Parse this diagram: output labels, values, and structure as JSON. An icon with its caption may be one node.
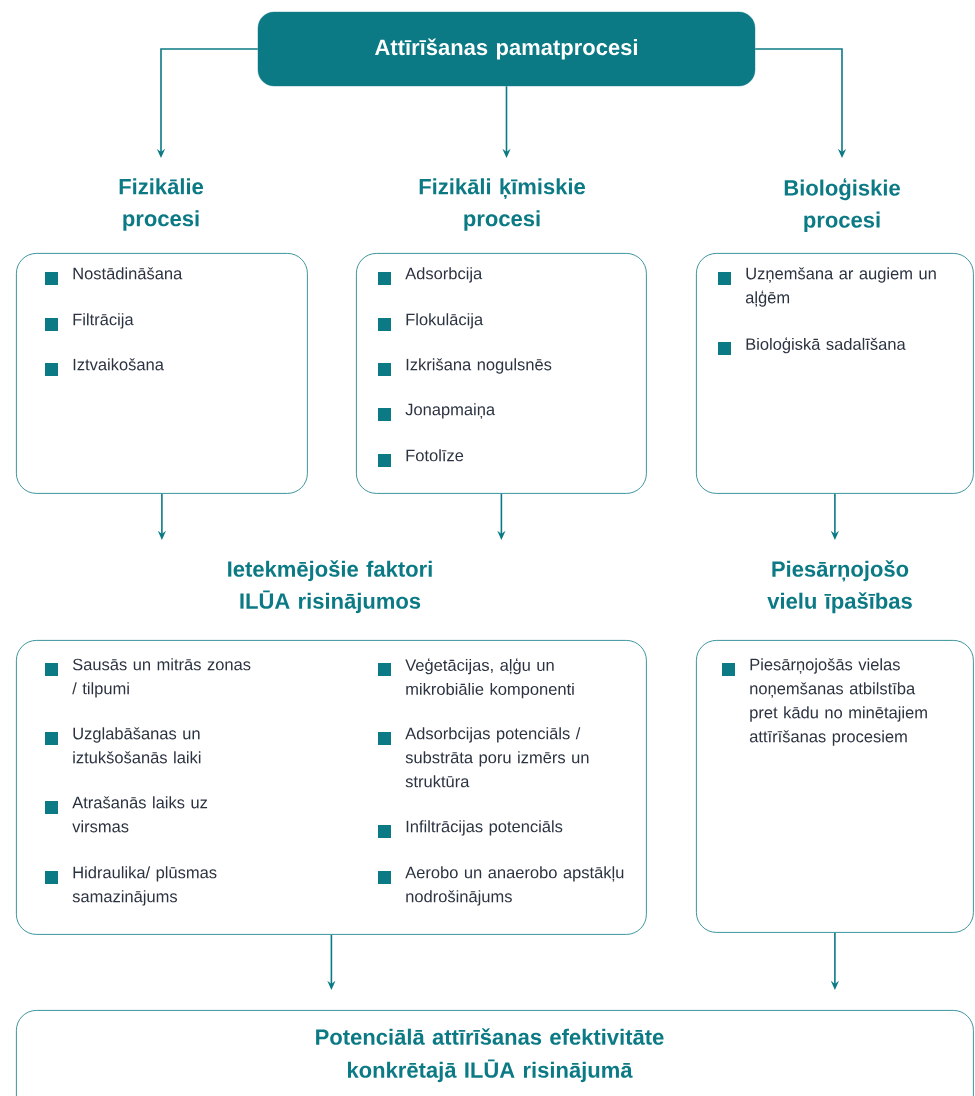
{
  "diagram": {
    "nodes": [
      {
        "text": [
          "Attīrīšanas pamatprocesi"
        ]
      },
      {
        "text": [
          "Fizikālie procesi",
          "Nostādināšana",
          "Filtrācija",
          "Iztvaikošana"
        ]
      },
      {
        "text": [
          "Fizikāli ķīmiskie procesi",
          "Adsorbcija",
          "Flokulācija",
          "Izkrišana nogulsnēs",
          "Jonapmaiņa",
          "Fotolīze"
        ]
      },
      {
        "text": [
          "Bioloģiskie procesi",
          "Uzņemšana ar augiem un aļģēm",
          "Bioloģiskā sadalīšana"
        ]
      },
      {
        "text": [
          "Ietekmējošie faktori ILŪA risinājumos",
          "Sausās un mitrās zonas / tilpumi",
          "Uzglabāšanas un iztukšošanās laiki",
          "Atrašanās laiks uz virsmas",
          "Hidraulika/ plūsmas samazinājums",
          "Veģetācijas, aļģu un mikrobiālie komponenti",
          "Adsorbcijas potenciāls / substrāta poru izmērs un struktūra",
          "Infiltrācijas potenciāls",
          "Aerobo un anaerobo apstākļu nodrošinājums"
        ]
      },
      {
        "text": [
          "Piesārņojošo vielu īpašības",
          "Piesārņojošās vielas noņemšanas atbilstība pret kādu no minētajiem attīrīšanas procesiem"
        ]
      },
      {
        "text": [
          "Potenciālā attīrīšanas efektivitāte konkrētajā ILŪA risinājumā"
        ]
      }
    ],
    "edges": [
      {
        "from": 0,
        "to": 1,
        "arrow": "to"
      },
      {
        "from": 0,
        "to": 2,
        "arrow": "to"
      },
      {
        "from": 0,
        "to": 3,
        "arrow": "to"
      },
      {
        "from": 1,
        "to": 4,
        "arrow": "to"
      },
      {
        "from": 2,
        "to": 4,
        "arrow": "to"
      },
      {
        "from": 3,
        "to": 5,
        "arrow": "to"
      },
      {
        "from": 4,
        "to": 6,
        "arrow": "to"
      },
      {
        "from": 5,
        "to": 6,
        "arrow": "to"
      }
    ]
  }
}
